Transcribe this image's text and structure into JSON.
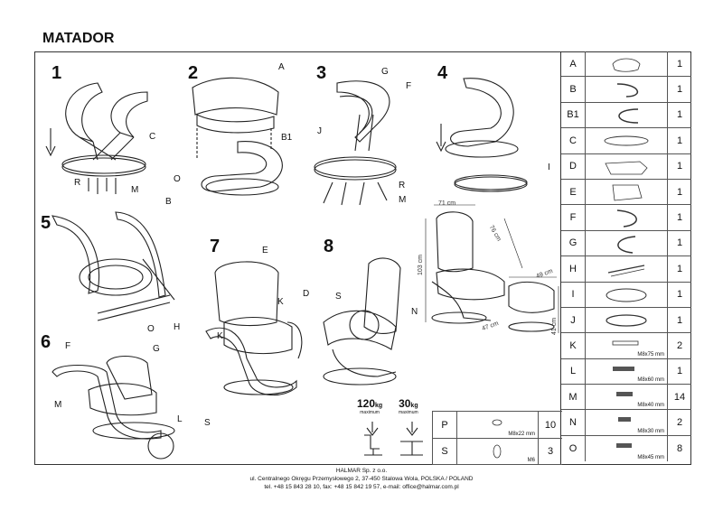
{
  "title": "MATADOR",
  "steps": [
    "1",
    "2",
    "3",
    "4",
    "5",
    "6",
    "7",
    "8"
  ],
  "labels": {
    "s1": [
      "C",
      "R",
      "M"
    ],
    "s2": [
      "A",
      "B1",
      "O",
      "B"
    ],
    "s3": [
      "G",
      "F",
      "J",
      "R",
      "M"
    ],
    "s4": [
      "I"
    ],
    "s5": [
      "O",
      "H"
    ],
    "s6": [
      "F",
      "G",
      "M",
      "L",
      "S"
    ],
    "s7": [
      "E",
      "K",
      "D",
      "K"
    ],
    "s8": [
      "S",
      "N"
    ]
  },
  "dimensions": [
    "71 cm",
    "76 cm",
    "103 cm",
    "49 cm",
    "41 cm",
    "47 cm"
  ],
  "weights": [
    {
      "value": "120",
      "unit": "kg",
      "note": "maximum"
    },
    {
      "value": "30",
      "unit": "kg",
      "note": "maximum"
    }
  ],
  "parts": [
    {
      "letter": "A",
      "qty": "1",
      "size": ""
    },
    {
      "letter": "B",
      "qty": "1",
      "size": ""
    },
    {
      "letter": "B1",
      "qty": "1",
      "size": ""
    },
    {
      "letter": "C",
      "qty": "1",
      "size": ""
    },
    {
      "letter": "D",
      "qty": "1",
      "size": ""
    },
    {
      "letter": "E",
      "qty": "1",
      "size": ""
    },
    {
      "letter": "F",
      "qty": "1",
      "size": ""
    },
    {
      "letter": "G",
      "qty": "1",
      "size": ""
    },
    {
      "letter": "H",
      "qty": "1",
      "size": ""
    },
    {
      "letter": "I",
      "qty": "1",
      "size": ""
    },
    {
      "letter": "J",
      "qty": "1",
      "size": ""
    },
    {
      "letter": "K",
      "qty": "2",
      "size": "M8x75 mm"
    },
    {
      "letter": "L",
      "qty": "1",
      "size": "M8x60 mm"
    },
    {
      "letter": "M",
      "qty": "14",
      "size": "M8x40 mm"
    },
    {
      "letter": "N",
      "qty": "2",
      "size": "M8x30 mm"
    },
    {
      "letter": "O",
      "qty": "8",
      "size": "M8x45 mm"
    }
  ],
  "extra_parts": [
    {
      "letter": "P",
      "qty": "10",
      "size": "M8x22 mm"
    },
    {
      "letter": "S",
      "qty": "3",
      "size": "M6"
    }
  ],
  "footer": {
    "company": "HALMAR Sp. z o.o.",
    "address": "ul. Centralnego Okręgu Przemysłowego 2, 37-450 Stalowa Wola, POLSKA / POLAND",
    "contact": "tel. +48 15 843 28 10, fax: +48 15 842 19 57, e-mail: office@halmar.com.pl"
  }
}
